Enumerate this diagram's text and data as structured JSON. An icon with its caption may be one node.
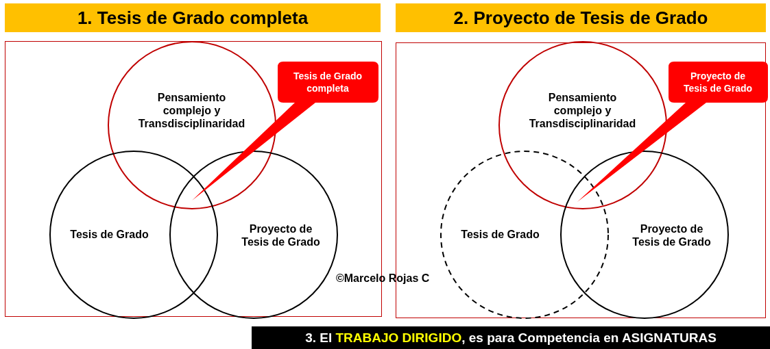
{
  "diagram": {
    "nodes": [
      {
        "text": [
          "1. Tesis de Grado completa"
        ]
      },
      {
        "text": [],
        "shape": "box"
      },
      {
        "text": [
          "Pensamiento complejo y Transdisciplinaridad"
        ],
        "in": 1
      },
      {
        "text": [
          "Tesis de Grado"
        ],
        "in": 1
      },
      {
        "text": [
          "Proyecto de Tesis de Grado"
        ],
        "in": 1
      },
      {
        "text": [
          "Tesis de Grado completa"
        ],
        "in": 1
      },
      {
        "text": [
          "2. Proyecto de Tesis de Grado"
        ]
      },
      {
        "text": [],
        "shape": "box"
      },
      {
        "text": [
          "Pensamiento complejo y Transdisciplinaridad"
        ],
        "in": 7
      },
      {
        "text": [
          "Tesis de Grado"
        ],
        "in": 7
      },
      {
        "text": [
          "Proyecto de Tesis de Grado"
        ],
        "in": 7
      },
      {
        "text": [
          "Proyecto de Tesis de Grado"
        ],
        "in": 7
      },
      {
        "text": [
          "3. El **TRABAJO DIRIGIDO**, es para Competencia en ASIGNATURAS"
        ]
      }
    ],
    "edges": [],
    "labels": [
      "©Marcelo Rojas C"
    ]
  }
}
